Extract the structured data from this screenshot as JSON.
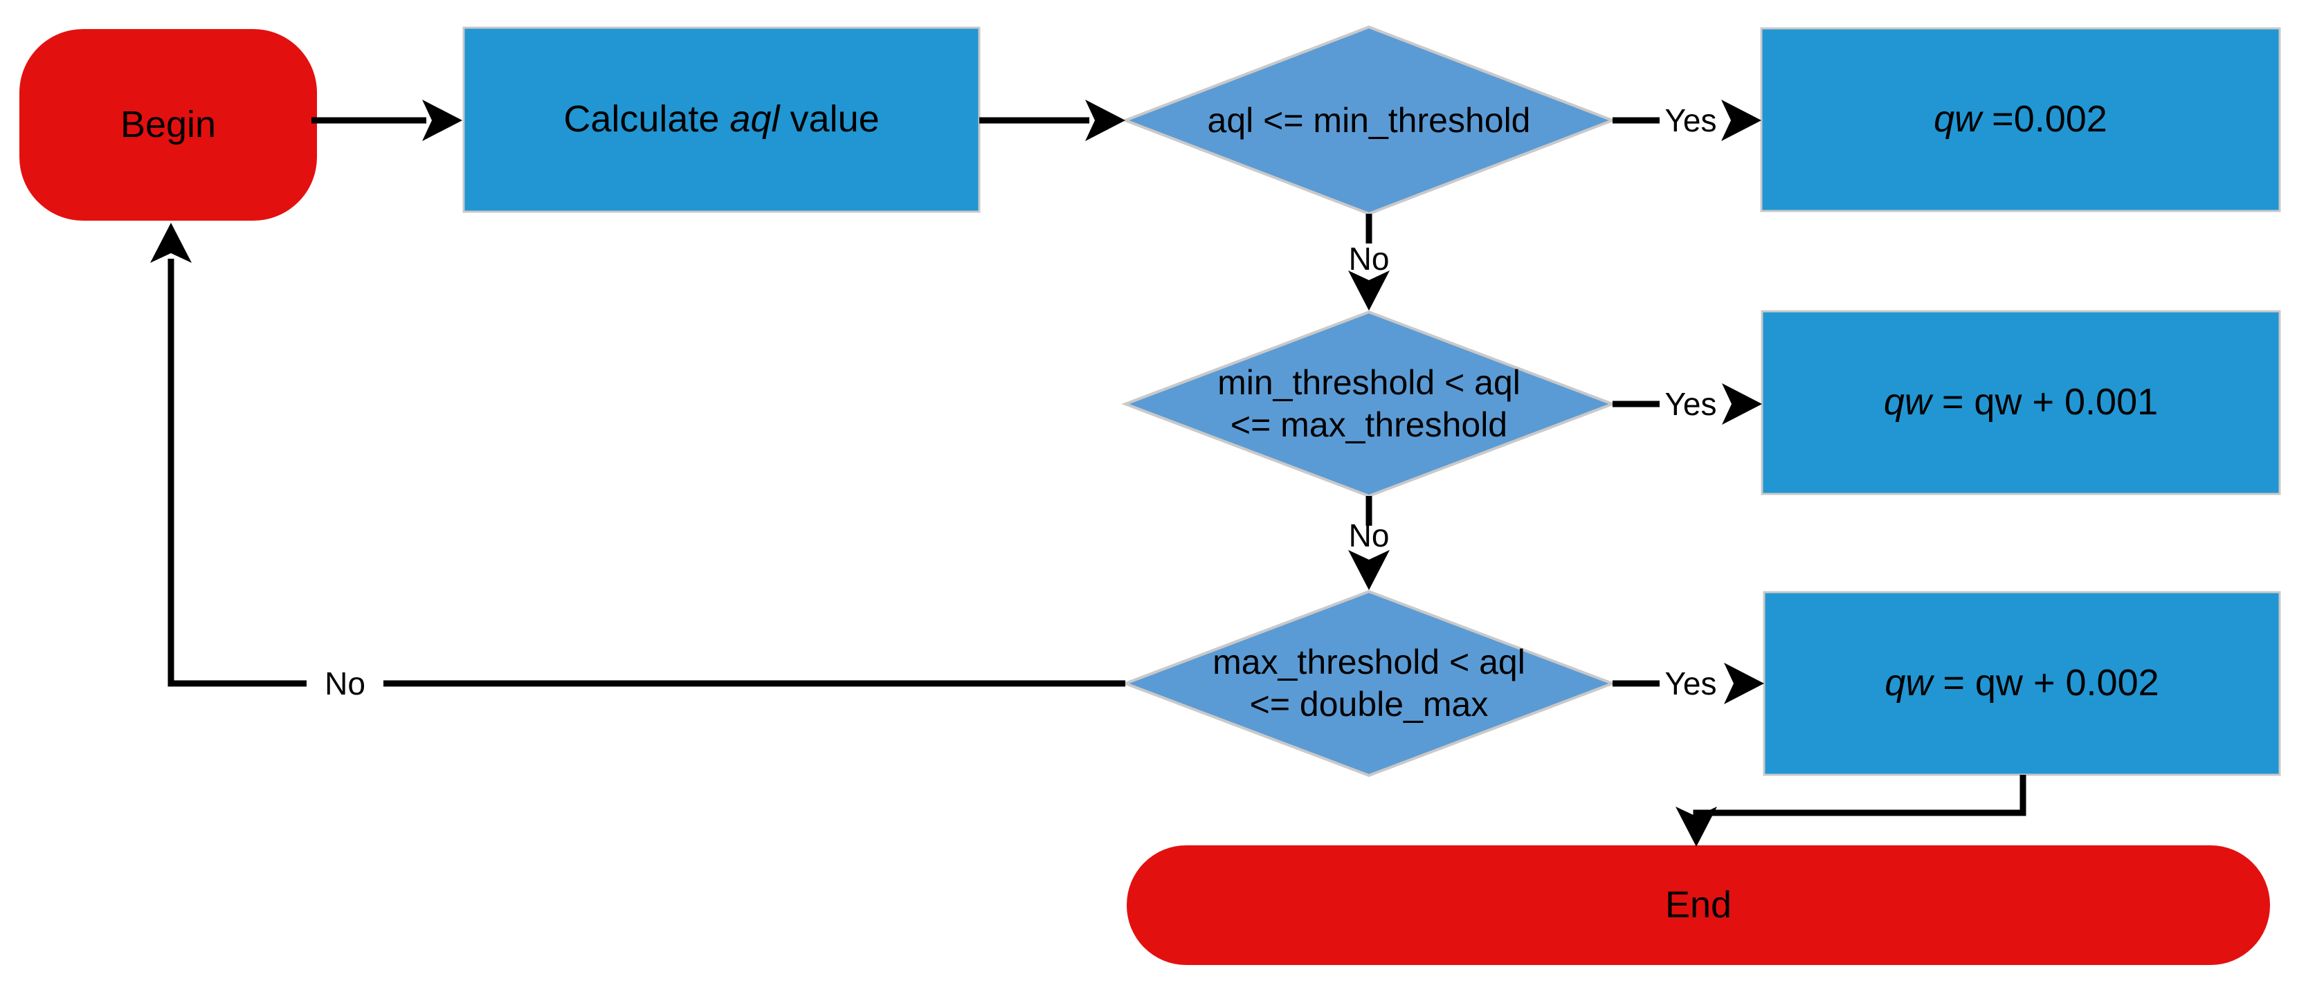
{
  "diagram": {
    "type": "flowchart",
    "colors": {
      "terminal_fill": "#e31010",
      "process_fill": "#2196d3",
      "decision_fill": "#5b9bd5",
      "shape_border": "#c9c9c9",
      "connector": "#000000"
    },
    "nodes": {
      "begin": {
        "label": "Begin",
        "shape": "terminal"
      },
      "calculate": {
        "text_before": "Calculate ",
        "text_italic": "aql",
        "text_after": " value",
        "shape": "process"
      },
      "decision1": {
        "line1": "aql <= min_threshold",
        "shape": "decision"
      },
      "decision2": {
        "line1": "min_threshold < aql",
        "line2": "<= max_threshold",
        "shape": "decision"
      },
      "decision3": {
        "line1": "max_threshold < aql",
        "line2": "<= double_max",
        "shape": "decision"
      },
      "result1": {
        "text_italic": "qw",
        "text_after": " =0.002",
        "shape": "process"
      },
      "result2": {
        "text_italic": "qw",
        "text_after": " = qw + 0.001",
        "shape": "process"
      },
      "result3": {
        "text_italic": "qw",
        "text_after": " = qw + 0.002",
        "shape": "process"
      },
      "end": {
        "label": "End",
        "shape": "terminal"
      }
    },
    "edge_labels": {
      "yes1": "Yes",
      "no1": "No",
      "yes2": "Yes",
      "no2": "No",
      "yes3": "Yes",
      "no3": "No"
    }
  }
}
